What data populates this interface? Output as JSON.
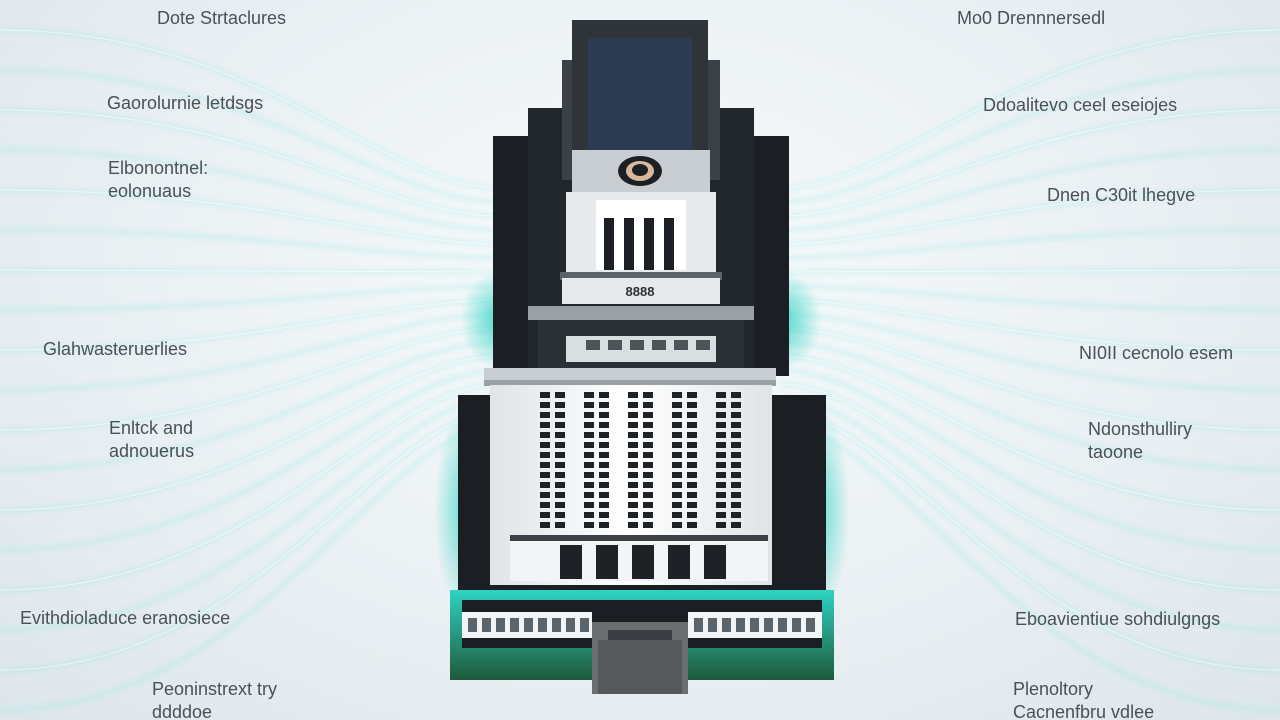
{
  "colors": {
    "background": "#eef3f6",
    "glow_lines": "#7fe6e4",
    "glow_accent": "#2fd3c3",
    "base_green": "#1e5a3c",
    "building_dark": "#1b1f24",
    "facade": "#f2f4f5",
    "label_text": "#4a5157"
  },
  "labels": {
    "left": [
      {
        "lines": [
          "Dote Strtaclures"
        ]
      },
      {
        "lines": [
          "Gaorolurnie letdsgs"
        ]
      },
      {
        "lines": [
          "Elbonontnel:",
          "eolonuaus"
        ]
      },
      {
        "lines": [
          "Glahwasteruerlies"
        ]
      },
      {
        "lines": [
          "Enltck and",
          "adnouerus"
        ]
      },
      {
        "lines": [
          "Evithdioladuce eranosiece"
        ]
      },
      {
        "lines": [
          "Peoninstrext try",
          "ddddoe"
        ]
      }
    ],
    "right": [
      {
        "lines": [
          "Mo0 Drennnersedl"
        ]
      },
      {
        "lines": [
          "Ddoalitevo ceel eseiojes"
        ]
      },
      {
        "lines": [
          "Dnen C30it lhegve"
        ]
      },
      {
        "lines": [
          "NI0II cecnolo esem"
        ]
      },
      {
        "lines": [
          "Ndonsthulliry",
          "taoone"
        ]
      },
      {
        "lines": [
          "Eboavientiue sohdiulgngs"
        ]
      },
      {
        "lines": [
          "Plenoltory",
          "Cacnenfbru vdlee"
        ]
      }
    ]
  },
  "building": {
    "plaque_text": "8888"
  }
}
